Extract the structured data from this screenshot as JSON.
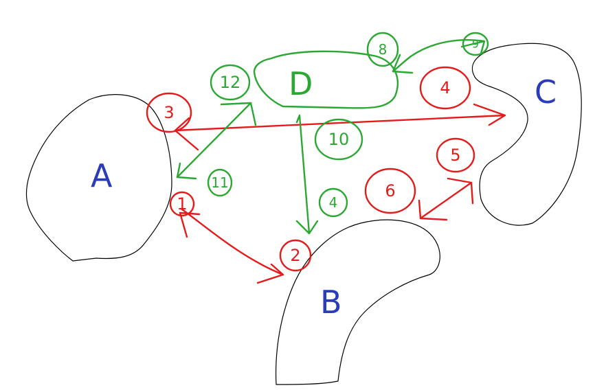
{
  "colors": {
    "outline": "#000000",
    "red": "#e41b1b",
    "green": "#2aa832",
    "label": "#2a3cb8"
  },
  "regions": {
    "a": "A",
    "b": "B",
    "c": "C",
    "d": "D"
  },
  "red_steps": {
    "s1": "1",
    "s2": "2",
    "s3": "3",
    "s4": "4",
    "s5": "5",
    "s6": "6"
  },
  "green_steps": {
    "s4": "4",
    "s8": "8",
    "s9": "9",
    "s10": "10",
    "s11": "11",
    "s12": "12"
  }
}
